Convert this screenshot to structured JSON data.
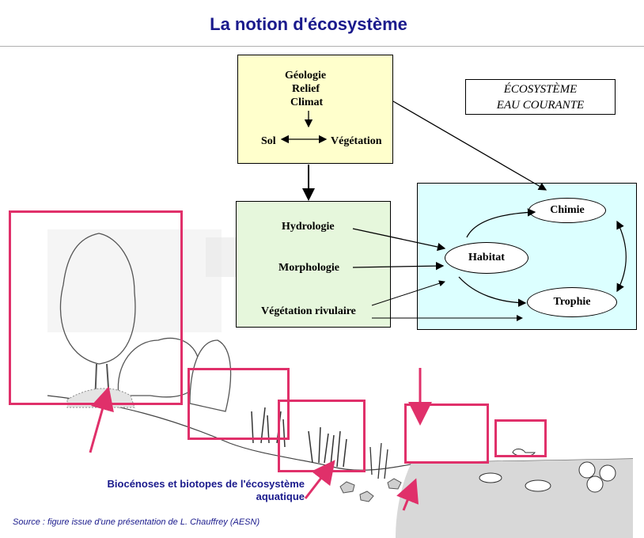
{
  "title": "La notion d'écosystème",
  "top_box": {
    "lines": [
      "Géologie",
      "Relief",
      "Climat"
    ],
    "sol": "Sol",
    "vegetation": "Végétation"
  },
  "eco_label": {
    "line1": "ÉCOSYSTÈME",
    "line2": "EAU COURANTE"
  },
  "green_box": {
    "items": [
      "Hydrologie",
      "Morphologie",
      "Végétation rivulaire"
    ]
  },
  "cyan_box": {
    "chimie": "Chimie",
    "habitat": "Habitat",
    "trophie": "Trophie"
  },
  "caption": {
    "line1": "Biocénoses et biotopes de l'écosystème",
    "line2": "aquatique"
  },
  "source": "Source : figure issue d'une présentation de L. Chauffrey (AESN)",
  "colors": {
    "title": "#1a1a8c",
    "highlight": "#e0306a",
    "yellow": "#ffffcc",
    "green": "#e6f7dc",
    "cyan": "#dcffff"
  }
}
